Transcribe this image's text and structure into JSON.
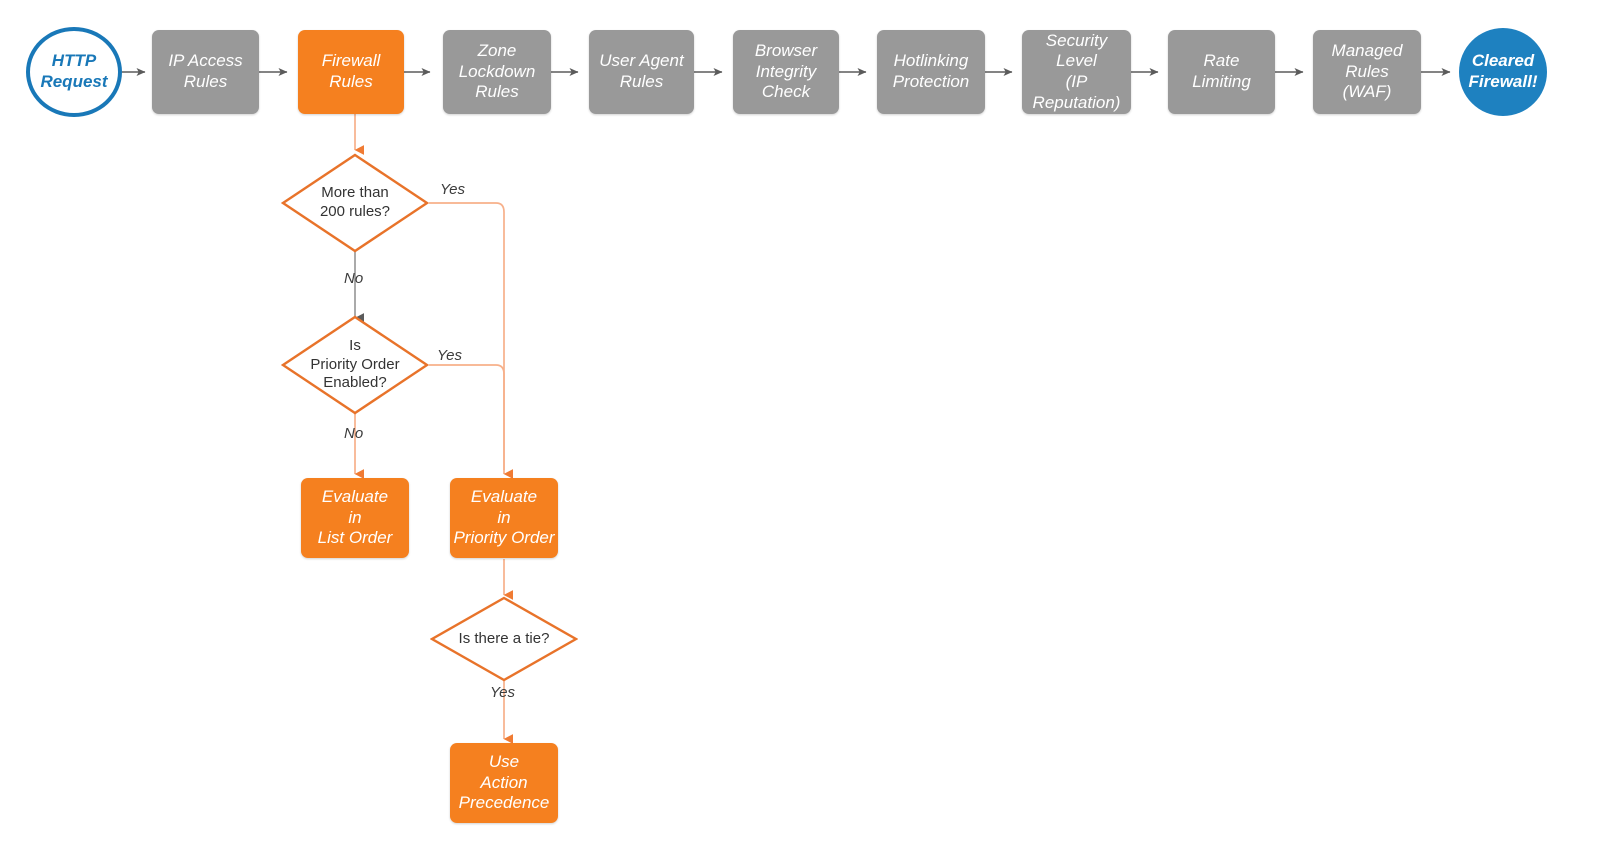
{
  "diagram": {
    "title": "Cloudflare request firewall evaluation order",
    "colors": {
      "gray_fill": "#999999",
      "orange_fill": "#F5801F",
      "orange_stroke": "#E8732A",
      "orange_wire": "#F2A07A",
      "blue_fill": "#1E81C0",
      "blue_stroke": "#1978B8",
      "gray_wire": "#666666",
      "text_dark": "#333333"
    },
    "pipeline": [
      {
        "id": "http-request",
        "label": "HTTP\nRequest",
        "shape": "circle-outline",
        "color": "blue"
      },
      {
        "id": "ip-access-rules",
        "label": "IP Access\nRules",
        "shape": "rounded-rect",
        "color": "gray"
      },
      {
        "id": "firewall-rules",
        "label": "Firewall\nRules",
        "shape": "rounded-rect",
        "color": "orange"
      },
      {
        "id": "zone-lockdown-rules",
        "label": "Zone\nLockdown\nRules",
        "shape": "rounded-rect",
        "color": "gray"
      },
      {
        "id": "user-agent-rules",
        "label": "User Agent\nRules",
        "shape": "rounded-rect",
        "color": "gray"
      },
      {
        "id": "browser-integrity",
        "label": "Browser\nIntegrity\nCheck",
        "shape": "rounded-rect",
        "color": "gray"
      },
      {
        "id": "hotlink-protection",
        "label": "Hotlinking\nProtection",
        "shape": "rounded-rect",
        "color": "gray"
      },
      {
        "id": "security-level",
        "label": "Security\nLevel\n(IP Reputation)",
        "shape": "rounded-rect",
        "color": "gray"
      },
      {
        "id": "rate-limiting",
        "label": "Rate\nLimiting",
        "shape": "rounded-rect",
        "color": "gray"
      },
      {
        "id": "managed-rules-waf",
        "label": "Managed\nRules\n(WAF)",
        "shape": "rounded-rect",
        "color": "gray"
      },
      {
        "id": "cleared-firewall",
        "label": "Cleared\nFirewall!",
        "shape": "circle-filled",
        "color": "blue"
      }
    ],
    "decisions": [
      {
        "id": "more-than-200-rules",
        "label": "More than\n200 rules?"
      },
      {
        "id": "priority-order-enabled",
        "label": "Is\nPriority Order\nEnabled?"
      },
      {
        "id": "is-there-a-tie",
        "label": "Is there a tie?"
      }
    ],
    "outcomes": [
      {
        "id": "evaluate-list-order",
        "label": "Evaluate\nin\nList Order"
      },
      {
        "id": "evaluate-priority-order",
        "label": "Evaluate\nin\nPriority Order"
      },
      {
        "id": "use-action-precedence",
        "label": "Use\nAction\nPrecedence"
      }
    ],
    "edge_labels": [
      {
        "id": "yes-200-rules",
        "text": "Yes"
      },
      {
        "id": "no-200-rules",
        "text": "No"
      },
      {
        "id": "yes-priority-order",
        "text": "Yes"
      },
      {
        "id": "no-priority-order",
        "text": "No"
      },
      {
        "id": "yes-tie",
        "text": "Yes"
      }
    ]
  }
}
